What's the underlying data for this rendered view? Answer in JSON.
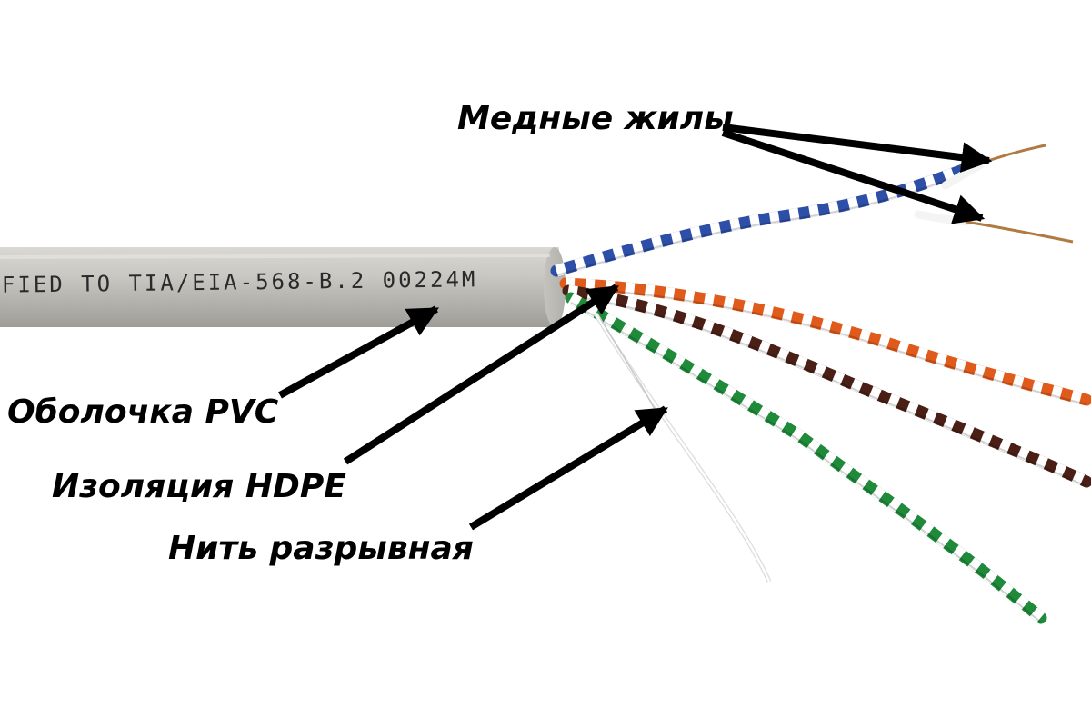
{
  "cable": {
    "jacket_print": "FIED TO TIA/EIA-568-B.2 00224M",
    "jacket_color": "#c9c8c3",
    "pairs": [
      {
        "color_name": "blue",
        "color": "#2e4fa8"
      },
      {
        "color_name": "orange",
        "color": "#e05a1c"
      },
      {
        "color_name": "brown",
        "color": "#4a1f16"
      },
      {
        "color_name": "green",
        "color": "#1e8a3a"
      }
    ],
    "copper_color": "#b07a42",
    "thread_color": "#f2f2f2"
  },
  "labels": {
    "copper_conductors": "Медные жилы",
    "pvc_jacket": "Оболочка PVC",
    "hdpe_insulation": "Изоляция HDPE",
    "ripcord": "Нить разрывная"
  },
  "arrow_color": "#000000"
}
